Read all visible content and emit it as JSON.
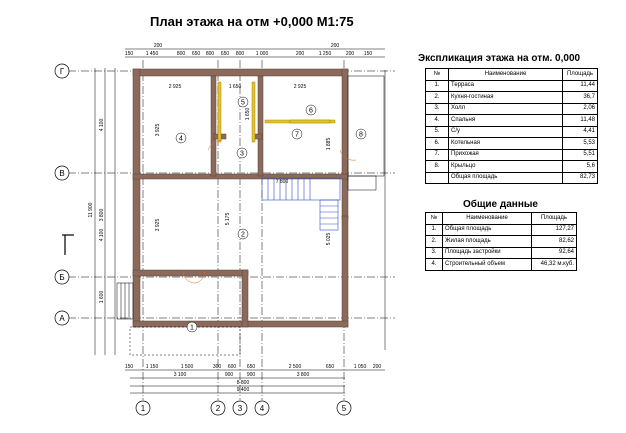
{
  "title": "План этажа на отм +0,000 М1:75",
  "plan": {
    "axes_h": [
      "Г",
      "В",
      "Б",
      "А"
    ],
    "axes_v": [
      "1",
      "2",
      "3",
      "4",
      "5"
    ],
    "rooms": [
      "1",
      "2",
      "3",
      "4",
      "5",
      "6",
      "7",
      "8"
    ],
    "dims_top": [
      "150",
      "1 450",
      "800",
      "650",
      "800",
      "650",
      "800",
      "1 000",
      "200",
      "1 250",
      "200",
      "150",
      "200",
      "200"
    ],
    "dims_bottom_1": [
      "150",
      "1 150",
      "1 500",
      "300",
      "600",
      "650",
      "2 500",
      "650",
      "1 050",
      "200"
    ],
    "dims_bottom_2": [
      "3 100",
      "900",
      "900",
      "3 800"
    ],
    "dims_bottom_3": "8 800",
    "dims_bottom_4": "9 400",
    "dims_left": [
      "11 900",
      "4 100",
      "3 800",
      "4 100",
      "1 600"
    ],
    "dims_inner": [
      "2 925",
      "1 650",
      "2 925",
      "1 650",
      "3 925",
      "3 925",
      "7 800",
      "5 175",
      "1 885",
      "5 025"
    ]
  },
  "expl": {
    "title": "Экспликация этажа на отм. 0,000",
    "headers": [
      "№",
      "Наименование",
      "Площадь"
    ],
    "rows": [
      [
        "1.",
        "Терраса",
        "11,44"
      ],
      [
        "2.",
        "Кухня-гостиная",
        "36,7"
      ],
      [
        "3.",
        "Холл",
        "2,06"
      ],
      [
        "4.",
        "Спальня",
        "11,48"
      ],
      [
        "5.",
        "С/у",
        "4,41"
      ],
      [
        "6.",
        "Котельная",
        "5,53"
      ],
      [
        "7.",
        "Прихожая",
        "5,51"
      ],
      [
        "8.",
        "Крыльцо",
        "5,6"
      ]
    ],
    "total_label": "Общая площадь",
    "total_value": "82,73"
  },
  "general": {
    "title": "Общие данные",
    "headers": [
      "№",
      "Наименование",
      "Площадь"
    ],
    "rows": [
      [
        "1.",
        "Общая площадь",
        "127,27"
      ],
      [
        "2.",
        "Жилая площадь",
        "82,62"
      ],
      [
        "3.",
        "Площадь застройки",
        "92,64"
      ],
      [
        "4.",
        "Строительный объем",
        "46,32 м.куб."
      ]
    ]
  }
}
